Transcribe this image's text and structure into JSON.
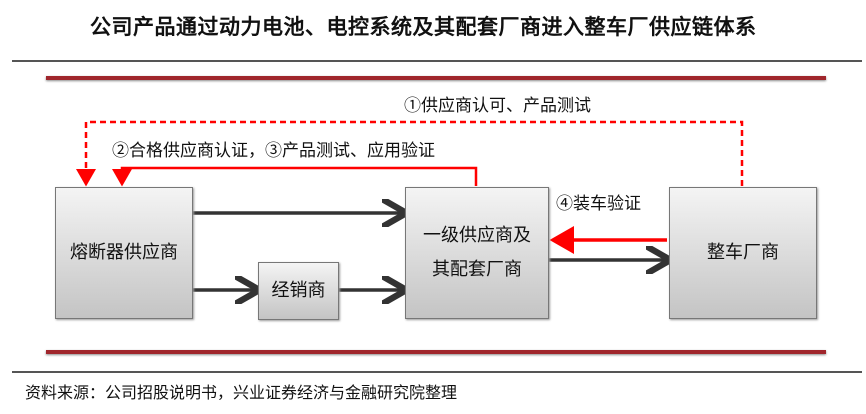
{
  "title": "公司产品通过动力电池、电控系统及其配套厂商进入整车厂供应链体系",
  "nodes": {
    "fuse_supplier": "熔断器供应商",
    "distributor": "经销商",
    "tier1_line1": "一级供应商及",
    "tier1_line2": "其配套厂商",
    "oem": "整车厂商"
  },
  "edges": {
    "step1": "①供应商认可、产品测试",
    "step2_3": "②合格供应商认证，③产品测试、应用验证",
    "step4": "④装车验证"
  },
  "colors": {
    "accent_red": "#ff0000",
    "rule_red": "#a0262c",
    "arrow_dark": "#333333"
  },
  "footer": "资料来源：公司招股说明书，兴业证券经济与金融研究院整理"
}
